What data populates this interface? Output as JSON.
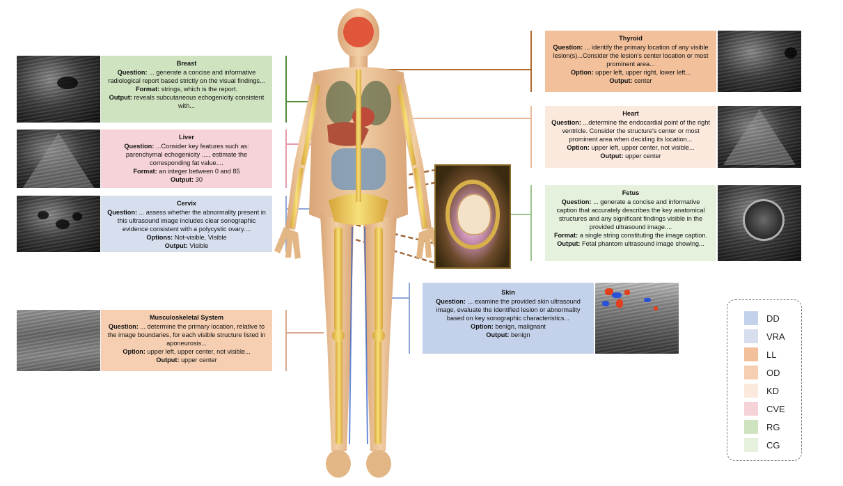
{
  "panels": {
    "breast": {
      "title": "Breast",
      "question_label": "Question:",
      "question": " ... generate a concise and informative radiological report based strictly on the visual findings...",
      "format_label": "Format:",
      "format": " strings, which is the report.",
      "output_label": "Output:",
      "output": " reveals subcutaneous echogenicity consistent with...",
      "category": "RG"
    },
    "liver": {
      "title": "Liver",
      "question_label": "Question:",
      "question": " ...Consider key features such as: parenchymal echogenicity ...., estimate the corresponding fat value....",
      "format_label": "Format:",
      "format": " an integer between 0 and 85",
      "output_label": "Output:",
      "output": " 30",
      "category": "CVE"
    },
    "cervix": {
      "title": "Cervix",
      "question_label": "Question:",
      "question": " ... assess whether the abnormality present in this ultrasound image includes clear sonographic evidence consistent with a polycystic ovary....",
      "options_label": "Options:",
      "options": " Not-visible, Visible",
      "output_label": "Output:",
      "output": " Visible",
      "category": "VRA"
    },
    "msk": {
      "title": "Musculoskeletal System",
      "question_label": "Question:",
      "question": " ... determine the primary location, relative to the image boundaries, for each visible structure listed in aponeurosis...",
      "option_label": "Option:",
      "option": " upper left, upper center, not visible...",
      "output_label": "Output:",
      "output": " upper center",
      "category": "OD"
    },
    "thyroid": {
      "title": "Thyroid",
      "question_label": "Question:",
      "question": " ... identify the primary location of any visible lesion(s)...Consider the lesion's center location or most prominent area...",
      "option_label": "Option:",
      "option": " upper left, upper right, lower left...",
      "output_label": "Output:",
      "output": " center",
      "category": "LL"
    },
    "heart": {
      "title": "Heart",
      "question_label": "Question:",
      "question": " ...determine the endocardial point of the right ventricle. Consider the structure's center or most prominent area when deciding its location...",
      "option_label": "Option:",
      "option": " upper left, upper center, not visible...",
      "output_label": "Output:",
      "output": " upper center",
      "category": "KD"
    },
    "fetus": {
      "title": "Fetus",
      "question_label": "Question:",
      "question": " ... generate a concise and informative caption that accurately describes the key anatomical structures and any significant findings visible in the provided ultrasound image....",
      "format_label": "Format:",
      "format": " a single string constituting the image caption.",
      "output_label": "Output:",
      "output": " Fetal phantom ultrasound image showing...",
      "category": "CG"
    },
    "skin": {
      "title": "Skin",
      "question_label": "Question:",
      "question": " ... examine the provided skin ultrasound image, evaluate the identified lesion or abnormality based on key sonographic characteristics...",
      "option_label": "Option:",
      "option": " benign, malignant",
      "output_label": "Output:",
      "output": " benign",
      "category": "DD"
    }
  },
  "legend": [
    {
      "label": "DD",
      "color": "#c4d1ea"
    },
    {
      "label": "VRA",
      "color": "#d7deee"
    },
    {
      "label": "LL",
      "color": "#f2c19c"
    },
    {
      "label": "OD",
      "color": "#f6cfb2"
    },
    {
      "label": "KD",
      "color": "#fbe9de"
    },
    {
      "label": "CVE",
      "color": "#f6d3d9"
    },
    {
      "label": "RG",
      "color": "#cfe3c0"
    },
    {
      "label": "CG",
      "color": "#e5f0dd"
    }
  ],
  "connector_colors": {
    "breast": "#4f8a3a",
    "liver": "#e59aa8",
    "cervix": "#8ea6d6",
    "msk": "#d8a88a",
    "thyroid": "#b06a2a",
    "heart": "#e8b898",
    "fetus": "#9cc48a",
    "skin": "#8ea6d6",
    "fetus_dashed": "#a0683a"
  }
}
